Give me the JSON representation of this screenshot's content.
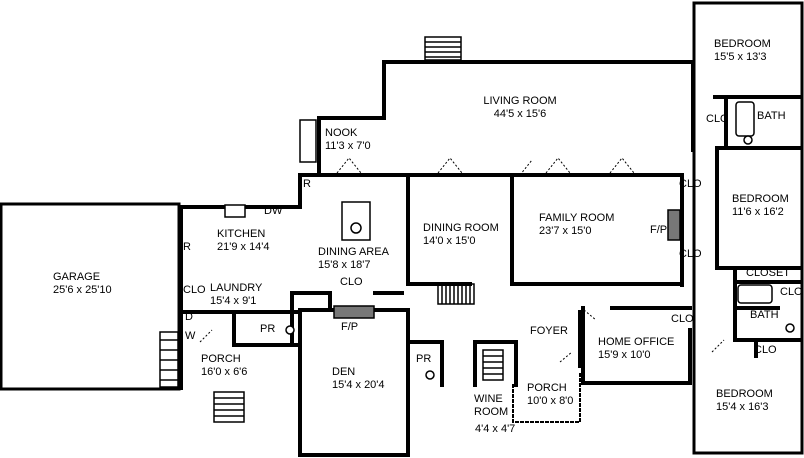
{
  "rooms": {
    "living_room": {
      "name": "LIVING ROOM",
      "size": "44'5 x 15'6"
    },
    "nook": {
      "name": "NOOK",
      "size": "11'3 x 7'0"
    },
    "kitchen": {
      "name": "KITCHEN",
      "size": "21'9 x 14'4"
    },
    "dining_area": {
      "name": "DINING AREA",
      "size": "15'8 x 18'7"
    },
    "dining_room": {
      "name": "DINING ROOM",
      "size": "14'0 x 15'0"
    },
    "family_room": {
      "name": "FAMILY ROOM",
      "size": "23'7 x 15'0"
    },
    "garage": {
      "name": "GARAGE",
      "size": "25'6 x 25'10"
    },
    "laundry": {
      "name": "LAUNDRY",
      "size": "15'4 x 9'1"
    },
    "porch_west": {
      "name": "PORCH",
      "size": "16'0 x 6'6"
    },
    "den": {
      "name": "DEN",
      "size": "15'4 x 20'4"
    },
    "foyer": {
      "name": "FOYER"
    },
    "wine_room": {
      "name_line1": "WINE",
      "name_line2": "ROOM",
      "size": "4'4 x 4'7"
    },
    "porch_front": {
      "name": "PORCH",
      "size": "10'0 x 8'0"
    },
    "home_office": {
      "name": "HOME OFFICE",
      "size": "15'9 x 10'0"
    },
    "bedroom_1": {
      "name": "BEDROOM",
      "size": "15'5 x 13'3"
    },
    "bedroom_2": {
      "name": "BEDROOM",
      "size": "11'6 x 16'2"
    },
    "bedroom_3": {
      "name": "BEDROOM",
      "size": "15'4 x 16'3"
    }
  },
  "fixtures": {
    "dw": "DW",
    "r_nook": "R",
    "r_kitchen": "R",
    "clo_dining": "CLO",
    "clo_laundry": "CLO",
    "d": "D",
    "w": "W",
    "pr_laundry": "PR",
    "fp_den": "F/P",
    "pr_hall": "PR",
    "fp_family": "F/P",
    "clo_family_1": "CLO",
    "clo_family_2": "CLO",
    "clo_bed1": "CLO",
    "bath_1": "BATH",
    "closet": "CLOSET",
    "clo_bath2": "CLO",
    "bath_2": "BATH",
    "clo_bath2_b": "CLO",
    "clo_office": "CLO"
  }
}
